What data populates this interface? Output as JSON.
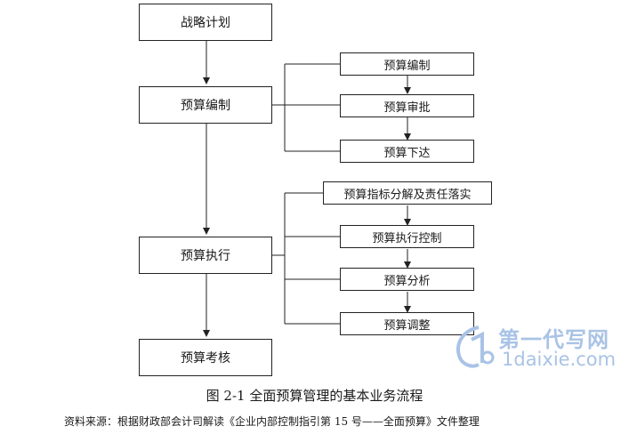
{
  "flowchart": {
    "main_steps": [
      "战略计划",
      "预算编制",
      "预算执行",
      "预算考核"
    ],
    "compilation_substeps": [
      "预算编制",
      "预算审批",
      "预算下达"
    ],
    "execution_substeps": [
      "预算指标分解及责任落实",
      "预算执行控制",
      "预算分析",
      "预算调整"
    ]
  },
  "caption": "图 2-1  全面预算管理的基本业务流程",
  "source_note": "资料来源：根据财政部会计司解读《企业内部控制指引第 15 号——全面预算》文件整理",
  "watermark": {
    "name": "第一代写网",
    "site": "1daixie.com",
    "color": "#a9c3e6"
  }
}
